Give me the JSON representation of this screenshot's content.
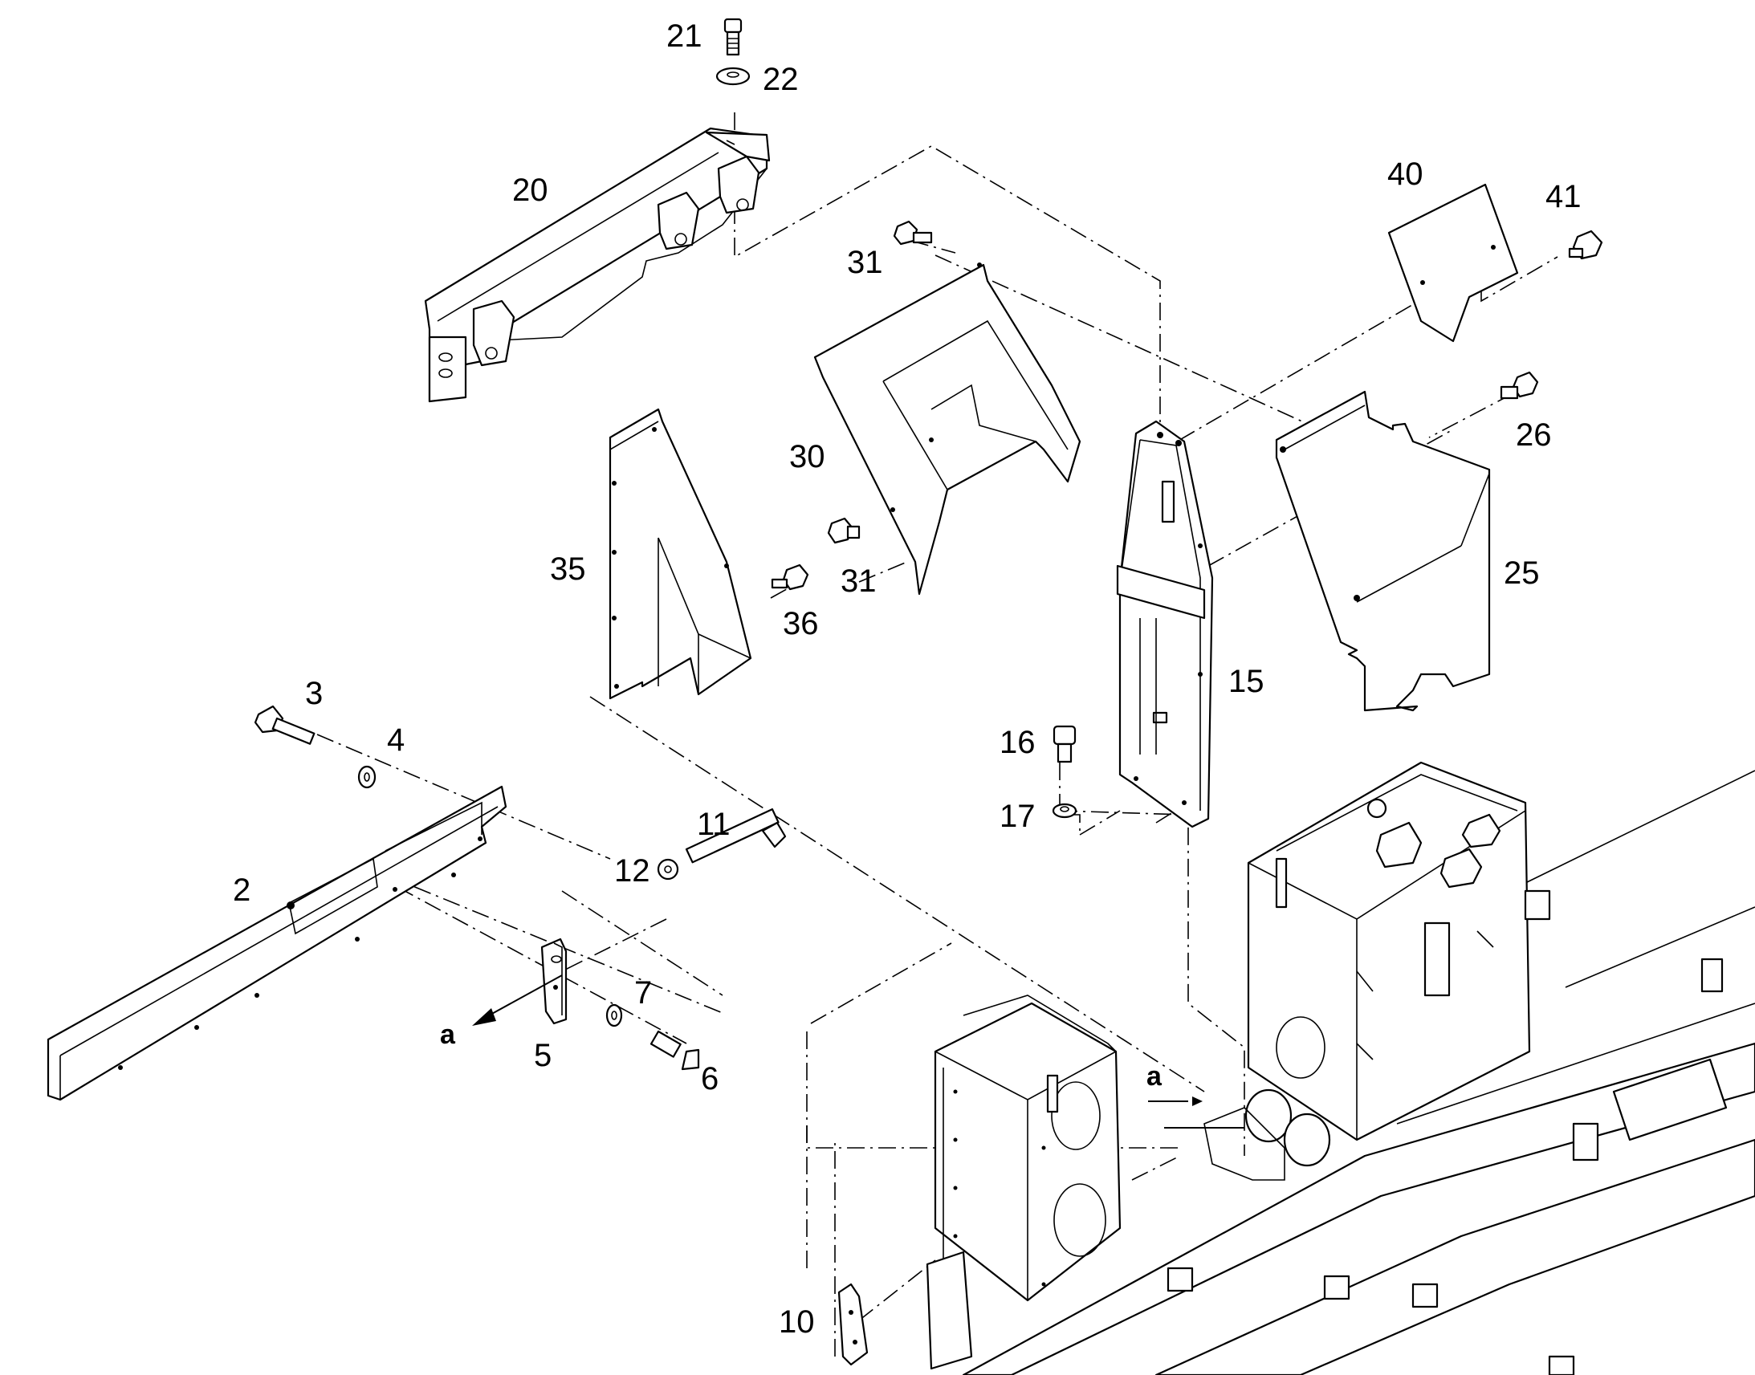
{
  "diagram": {
    "callouts": {
      "c2": "2",
      "c3": "3",
      "c4": "4",
      "c5": "5",
      "c6": "6",
      "c7": "7",
      "c10": "10",
      "c11": "11",
      "c12": "12",
      "c15": "15",
      "c16": "16",
      "c17": "17",
      "c20": "20",
      "c21": "21",
      "c22": "22",
      "c25": "25",
      "c26": "26",
      "c30": "30",
      "c31a": "31",
      "c31b": "31",
      "c35": "35",
      "c36": "36",
      "c40": "40",
      "c41": "41"
    },
    "markers": {
      "a1": "a",
      "a2": "a"
    }
  }
}
